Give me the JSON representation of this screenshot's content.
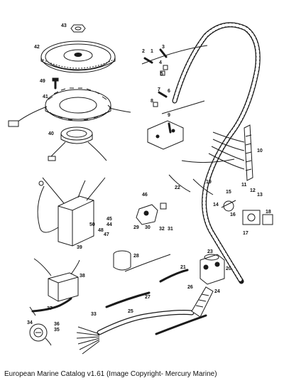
{
  "caption": "European Marine Catalog v1.61 (Image Copyright- Mercury Marine)",
  "parts": [
    "1",
    "2",
    "3",
    "4",
    "5",
    "6",
    "7",
    "8",
    "9",
    "10",
    "11",
    "12",
    "13",
    "14",
    "15",
    "16",
    "17",
    "18",
    "19",
    "20",
    "21",
    "22",
    "23",
    "24",
    "25",
    "26",
    "27",
    "28",
    "29",
    "30",
    "31",
    "32",
    "33",
    "34",
    "35",
    "36",
    "37",
    "38",
    "39",
    "40",
    "41",
    "42",
    "43",
    "44",
    "45",
    "46",
    "47",
    "48",
    "49",
    "50"
  ]
}
